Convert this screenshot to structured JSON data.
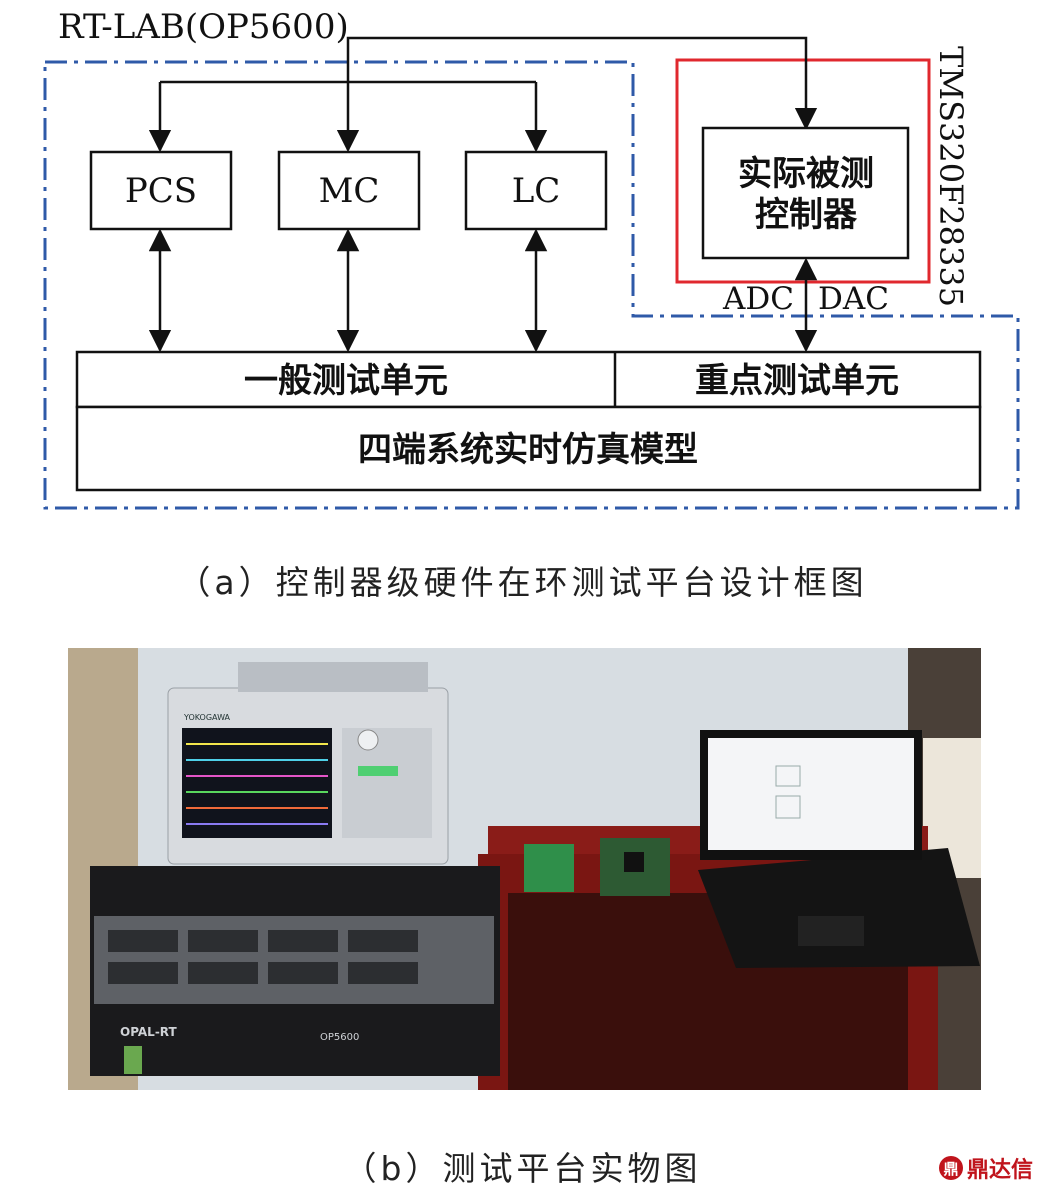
{
  "diagram": {
    "platform_label": "RT-LAB(OP5600)",
    "board_label": "TMS320F28335",
    "controllers": [
      "PCS",
      "MC",
      "LC"
    ],
    "device_under_test": [
      "实际被测",
      "控制器"
    ],
    "adc_label": "ADC",
    "dac_label": "DAC",
    "general_unit": "一般测试单元",
    "key_unit": "重点测试单元",
    "model": "四端系统实时仿真模型",
    "colors": {
      "rtlab_border": "#2f5aa8",
      "board_border": "#e0282e",
      "line": "#111111"
    }
  },
  "captions": {
    "a": "（a）控制器级硬件在环测试平台设计框图",
    "b": "（b）测试平台实物图"
  },
  "photo": {
    "oscilloscope_brand": "YOKOGAWA",
    "rack_label": "OPAL-RT",
    "rack_model": "OP5600"
  },
  "watermark": {
    "logo_glyph": "鼎",
    "text": "鼎达信"
  }
}
